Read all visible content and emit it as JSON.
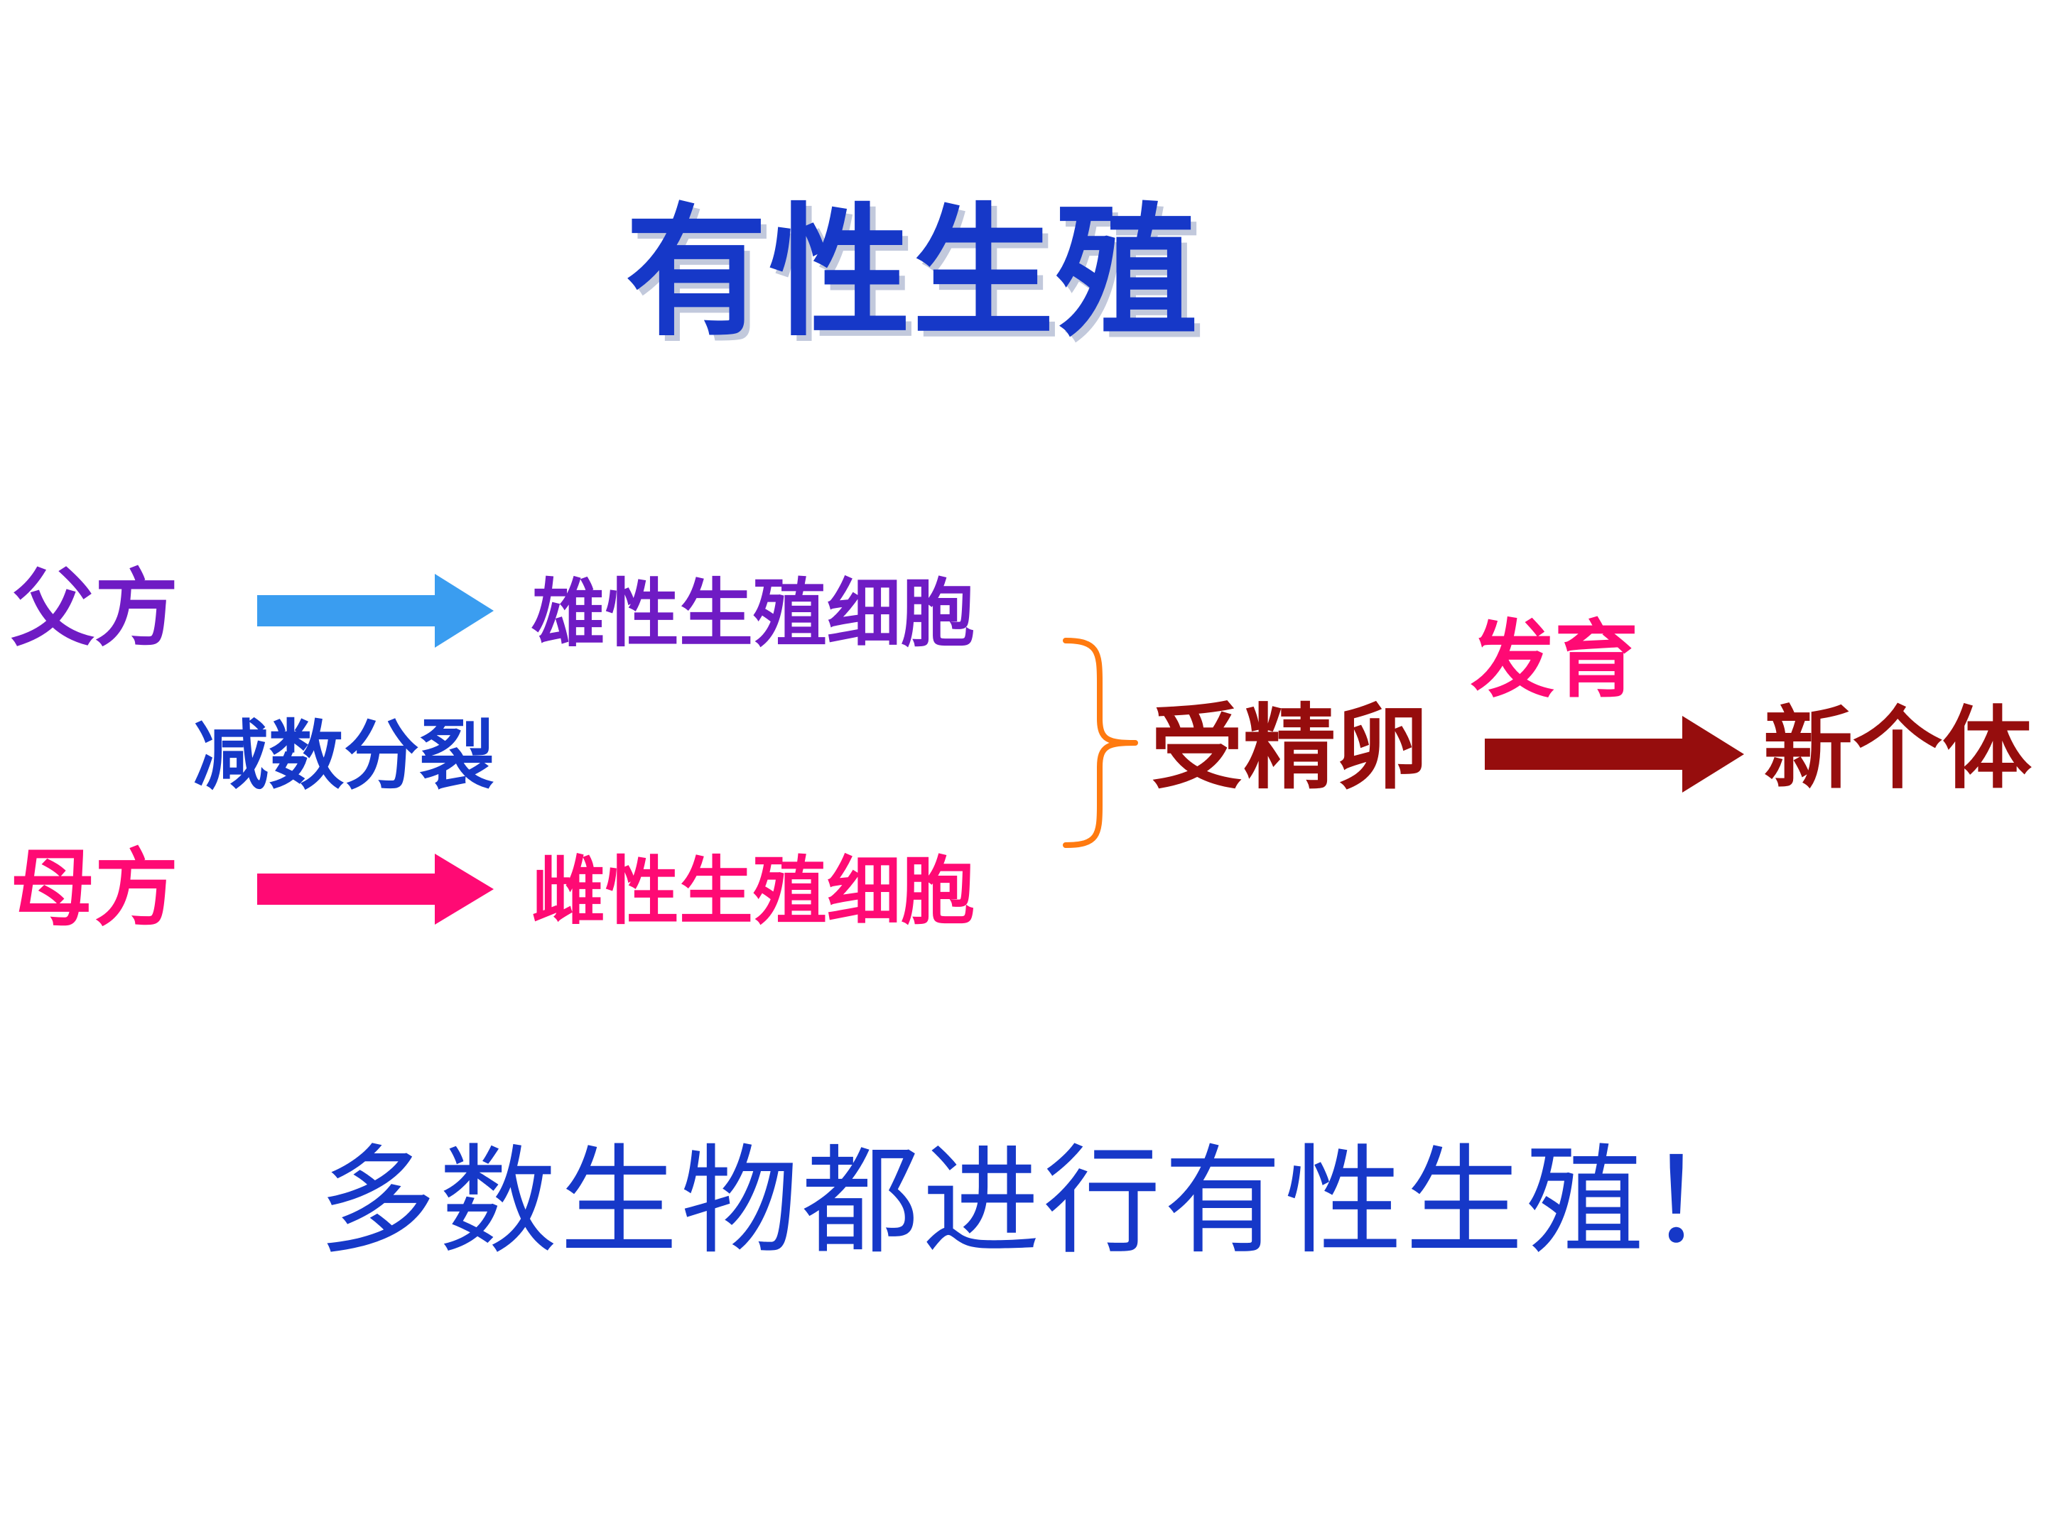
{
  "title": "有性生殖",
  "diagram": {
    "father": "父方",
    "mother": "母方",
    "male_cell": "雄性生殖细胞",
    "female_cell": "雌性生殖细胞",
    "meiosis": "减数分裂",
    "zygote": "受精卵",
    "develop": "发育",
    "new_individual": "新个体"
  },
  "summary": "多数生物都进行有性生殖！",
  "colors": {
    "title_blue": "#1638c8",
    "purple": "#6f1bc4",
    "pink": "#ff0a74",
    "dark_red": "#960d0d",
    "light_blue_arrow": "#3a9df0",
    "brace_orange": "#ff7a10"
  }
}
